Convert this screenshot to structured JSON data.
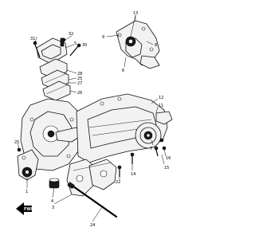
{
  "diagram": {
    "callouts": [
      "31",
      "32",
      "30",
      "5",
      "13",
      "9",
      "8",
      "6",
      "28",
      "25",
      "27",
      "26",
      "12",
      "11",
      "7",
      "14",
      "15",
      "16",
      "22",
      "25",
      "1",
      "4",
      "3",
      "24"
    ],
    "fwd_label": "FWD"
  }
}
